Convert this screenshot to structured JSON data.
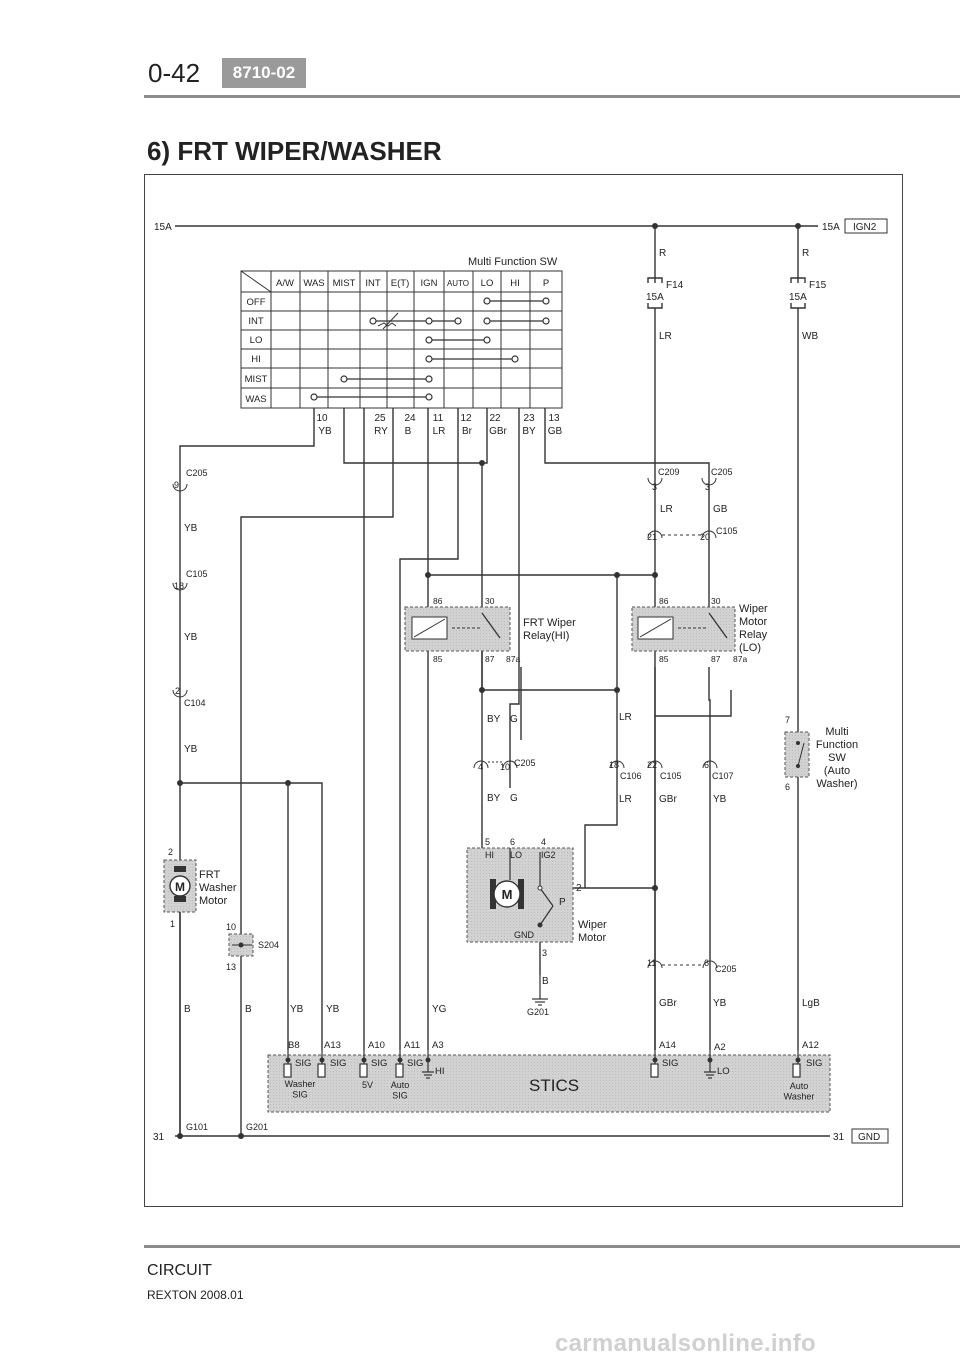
{
  "header": {
    "page_number": "0-42",
    "code_badge": "8710-02"
  },
  "title": "6) FRT WIPER/WASHER",
  "footer": {
    "section": "CIRCUIT",
    "model": "REXTON 2008.01"
  },
  "watermark": "carmanualsonline.info",
  "power": {
    "ign_left": "15A",
    "ign_right": "15A",
    "ign_tag": "IGN2",
    "gnd_left": "31",
    "gnd_right": "31",
    "gnd_tag": "GND"
  },
  "fuses": [
    {
      "wire_in": "R",
      "name": "F14",
      "rating": "15A",
      "wire_out": "LR"
    },
    {
      "wire_in": "R",
      "name": "F15",
      "rating": "15A",
      "wire_out": "WB"
    }
  ],
  "multi_function_sw": {
    "title": "Multi Function SW",
    "columns": [
      "A/W",
      "WAS",
      "MIST",
      "INT",
      "E(T)",
      "IGN",
      "AUTO",
      "LO",
      "HI",
      "P"
    ],
    "rows": [
      "OFF",
      "INT",
      "LO",
      "HI",
      "MIST",
      "WAS"
    ],
    "pins": [
      {
        "pin": "10",
        "wire": "YB"
      },
      {
        "pin": "25",
        "wire": "RY"
      },
      {
        "pin": "24",
        "wire": "B"
      },
      {
        "pin": "11",
        "wire": "LR"
      },
      {
        "pin": "12",
        "wire": "Br"
      },
      {
        "pin": "22",
        "wire": "GBr"
      },
      {
        "pin": "23",
        "wire": "BY"
      },
      {
        "pin": "13",
        "wire": "GB"
      }
    ]
  },
  "left_chain": {
    "c205": "C205",
    "c205_pin": "9",
    "wire1": "YB",
    "c105": "C105",
    "c105_pin": "18",
    "wire2": "YB",
    "c104": "C104",
    "c104_pin": "2",
    "wire3": "YB"
  },
  "right_connectors": {
    "c209": "C209",
    "c209_pin": "3",
    "c205": "C205",
    "c205_pin": "3",
    "wire_lr": "LR",
    "wire_gb": "GB",
    "c105": "C105",
    "c105_pin_a": "21",
    "c105_pin_b": "20"
  },
  "relay_hi": {
    "label": "FRT Wiper\nRelay(HI)",
    "p86": "86",
    "p30": "30",
    "p85": "85",
    "p87": "87",
    "p87a": "87a"
  },
  "relay_lo": {
    "label": "Wiper\nMotor\nRelay\n(LO)",
    "p86": "86",
    "p30": "30",
    "p85": "85",
    "p87": "87",
    "p87a": "87a"
  },
  "mid_wires": {
    "by": "BY",
    "g": "G",
    "lr": "LR",
    "c205": "C205",
    "c205_pin_a": "4",
    "c205_pin_b": "10",
    "by2": "BY",
    "g2": "G",
    "c106": "C106",
    "c106_pin": "18",
    "lr2": "LR",
    "c105": "C105",
    "c105_pin": "22",
    "gbr": "GBr",
    "c107": "C107",
    "c107_pin": "6",
    "yb": "YB"
  },
  "auto_washer_sw": {
    "label": "Multi\nFunction\nSW\n(Auto\nWasher)",
    "pin_top": "7",
    "pin_bot": "6"
  },
  "washer_motor": {
    "label": "FRT\nWasher\nMotor",
    "pin_top": "2",
    "pin_bot": "1",
    "symbol": "M"
  },
  "wiper_motor": {
    "label": "Wiper\nMotor",
    "symbol": "M",
    "pin5": "5",
    "pin6": "6",
    "pin4": "4",
    "hi": "HI",
    "lo": "LO",
    "ig2": "IG2",
    "pin2": "2",
    "park": "P",
    "gnd": "GND",
    "pin3": "3",
    "wire_b": "B",
    "ground": "G201"
  },
  "splice": {
    "name": "S204",
    "pin_top": "10",
    "pin_bot": "13"
  },
  "c205_lower": {
    "name": "C205",
    "pin_a": "11",
    "pin_b": "6",
    "wire_a": "GBr",
    "wire_b": "YB"
  },
  "bottom_wires": {
    "b1": "B",
    "b2": "B",
    "yb1": "YB",
    "yb2": "YB",
    "yg": "YG",
    "lgb": "LgB"
  },
  "stics": {
    "title": "STICS",
    "pins": [
      {
        "pin": "B8",
        "sig": "SIG",
        "label": "Washer\nSIG"
      },
      {
        "pin": "A13",
        "sig": "SIG",
        "label": ""
      },
      {
        "pin": "A10",
        "sig": "SIG",
        "label": "5V"
      },
      {
        "pin": "A11",
        "sig": "SIG",
        "label": "Auto\nSIG"
      },
      {
        "pin": "A3",
        "sig": "",
        "label": "HI"
      },
      {
        "pin": "A14",
        "sig": "SIG",
        "label": ""
      },
      {
        "pin": "A2",
        "sig": "",
        "label": "LO"
      },
      {
        "pin": "A12",
        "sig": "SIG",
        "label": "Auto\nWasher"
      }
    ]
  },
  "grounds": {
    "g101": "G101",
    "g201": "G201"
  }
}
